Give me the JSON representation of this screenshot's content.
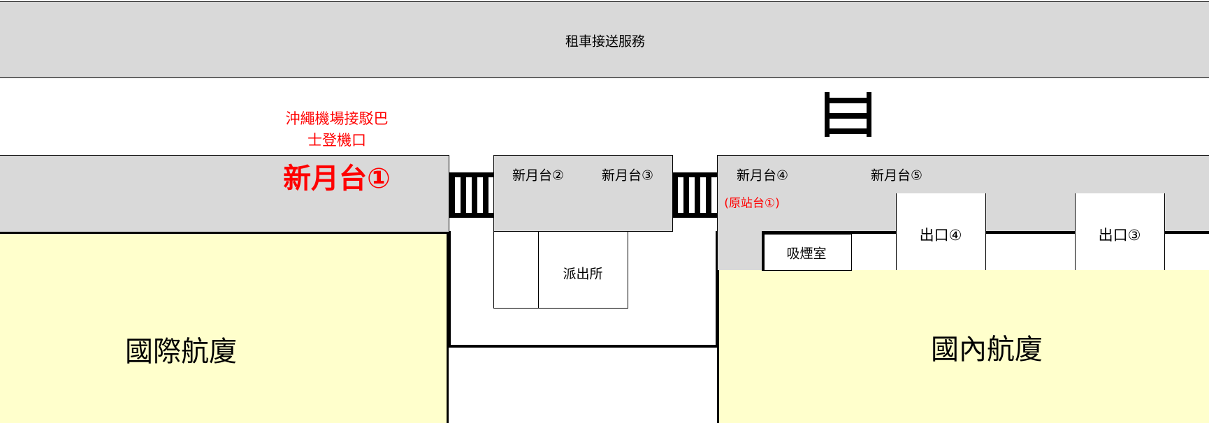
{
  "top_band": {
    "label": "租車接送服務"
  },
  "bus_stop_note": {
    "line1": "沖繩機場接駁巴",
    "line2": "士登機口"
  },
  "platforms": {
    "p1": "新月台①",
    "p2": "新月台②",
    "p3": "新月台③",
    "p4": "新月台④",
    "p4_note": "(原站台①)",
    "p5": "新月台⑤"
  },
  "rooms": {
    "police": "派出所",
    "smoking": "吸煙室",
    "exit4": "出口④",
    "exit3": "出口③"
  },
  "terminals": {
    "international": "國際航廈",
    "domestic": "國內航廈"
  },
  "colors": {
    "road": "#d9d9d9",
    "terminal": "#ffffcc",
    "highlight": "#ff0000"
  }
}
